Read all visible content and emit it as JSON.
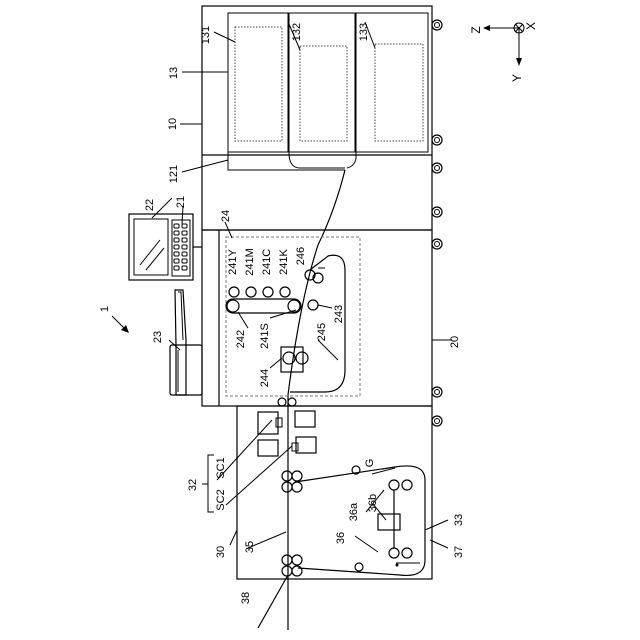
{
  "refs": {
    "r1": "1",
    "r10": "10",
    "r13": "13",
    "r131": "131",
    "r132": "132",
    "r133": "133",
    "r121": "121",
    "r22": "22",
    "r21": "21",
    "r23": "23",
    "r24": "24",
    "r241Y": "241Y",
    "r241M": "241M",
    "r241C": "241C",
    "r241K": "241K",
    "r246": "246",
    "r243": "243",
    "r245": "245",
    "r241S": "241S",
    "r242": "242",
    "r244": "244",
    "r20": "20",
    "r32": "32",
    "rSC1": "SC1",
    "rSC2": "SC2",
    "rG": "G",
    "r36a": "36a",
    "r36b": "36b",
    "r33": "33",
    "r35": "35",
    "r36": "36",
    "r30": "30",
    "r37": "37",
    "r38": "38"
  },
  "axes": {
    "z": "Z",
    "x": "X",
    "y": "Y"
  }
}
